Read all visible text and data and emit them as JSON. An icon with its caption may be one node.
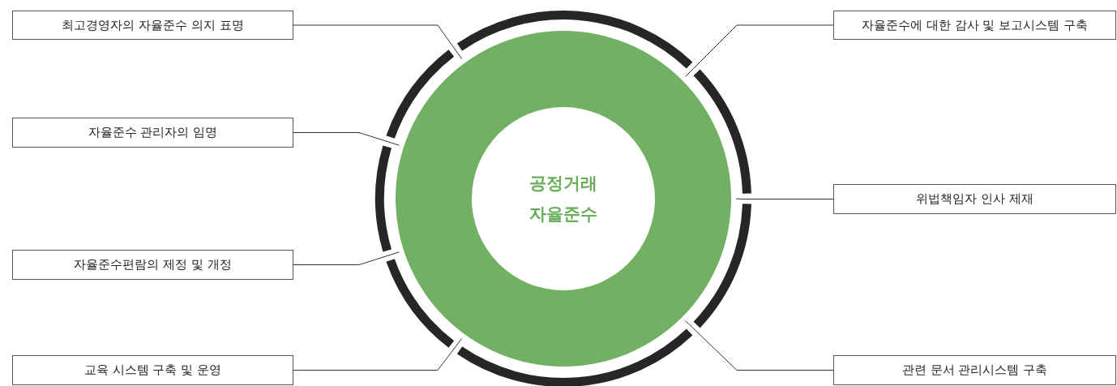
{
  "diagram": {
    "nodes": [
      {
        "text": [
          "공정거래 자율준수"
        ]
      },
      {
        "text": [
          "최고경영자의 자율준수 의지 표명"
        ]
      },
      {
        "text": [
          "자율준수 관리자의 임명"
        ]
      },
      {
        "text": [
          "자율준수편람의 제정 및 개정"
        ]
      },
      {
        "text": [
          "교육 시스템 구축 및 운영"
        ]
      },
      {
        "text": [
          "자율준수에 대한 감사 및 보고시스템 구축"
        ]
      },
      {
        "text": [
          "위법책임자 인사 제재"
        ]
      },
      {
        "text": [
          "관련 문서 관리시스템 구축"
        ]
      }
    ],
    "edges": [
      {
        "from": 1,
        "to": 0,
        "arrow": "none"
      },
      {
        "from": 2,
        "to": 0,
        "arrow": "none"
      },
      {
        "from": 3,
        "to": 0,
        "arrow": "none"
      },
      {
        "from": 4,
        "to": 0,
        "arrow": "none"
      },
      {
        "from": 5,
        "to": 0,
        "arrow": "none"
      },
      {
        "from": 6,
        "to": 0,
        "arrow": "none"
      },
      {
        "from": 7,
        "to": 0,
        "arrow": "none"
      }
    ]
  }
}
